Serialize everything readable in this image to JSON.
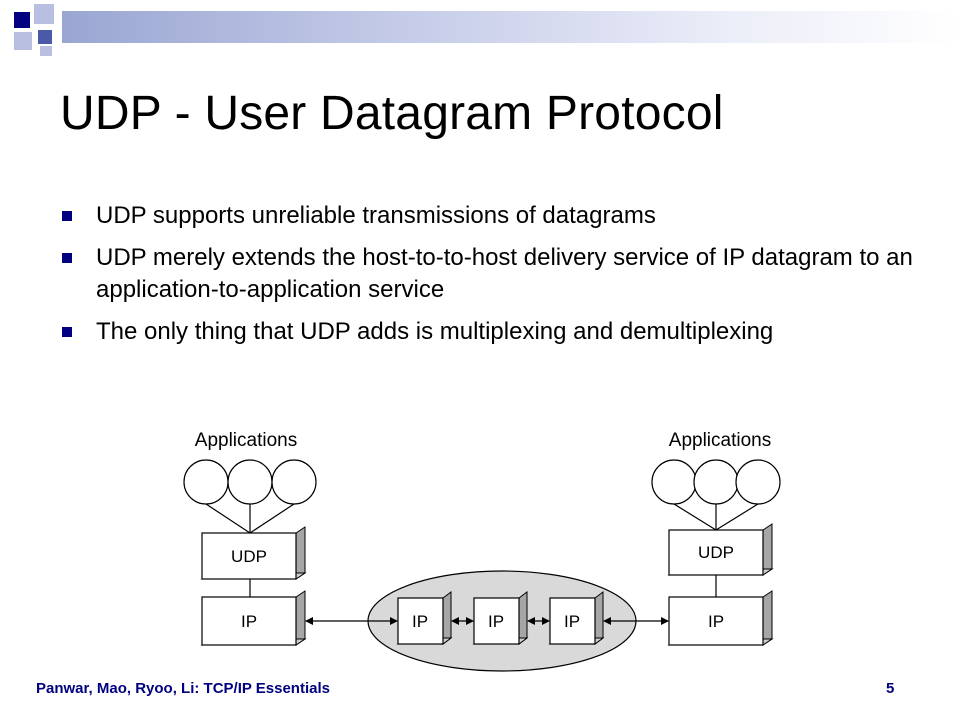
{
  "slide": {
    "title": "UDP - User Datagram Protocol",
    "bullets": [
      "UDP supports unreliable transmissions of datagrams",
      "UDP merely extends the host-to-to-host delivery service of  IP datagram to an application-to-application service",
      "The only thing that UDP adds is multiplexing and demultiplexing"
    ],
    "footer": {
      "authors": "Panwar, Mao, Ryoo, Li: TCP/IP Essentials",
      "page_number": "5"
    }
  },
  "diagram": {
    "left_host": {
      "applications_label": "Applications",
      "udp_label": "UDP",
      "ip_label": "IP"
    },
    "right_host": {
      "applications_label": "Applications",
      "udp_label": "UDP",
      "ip_label": "IP"
    },
    "network_routers": [
      "IP",
      "IP",
      "IP"
    ]
  },
  "colors": {
    "accent_navy": "#000080",
    "network_oval": "#d9d9d9"
  }
}
